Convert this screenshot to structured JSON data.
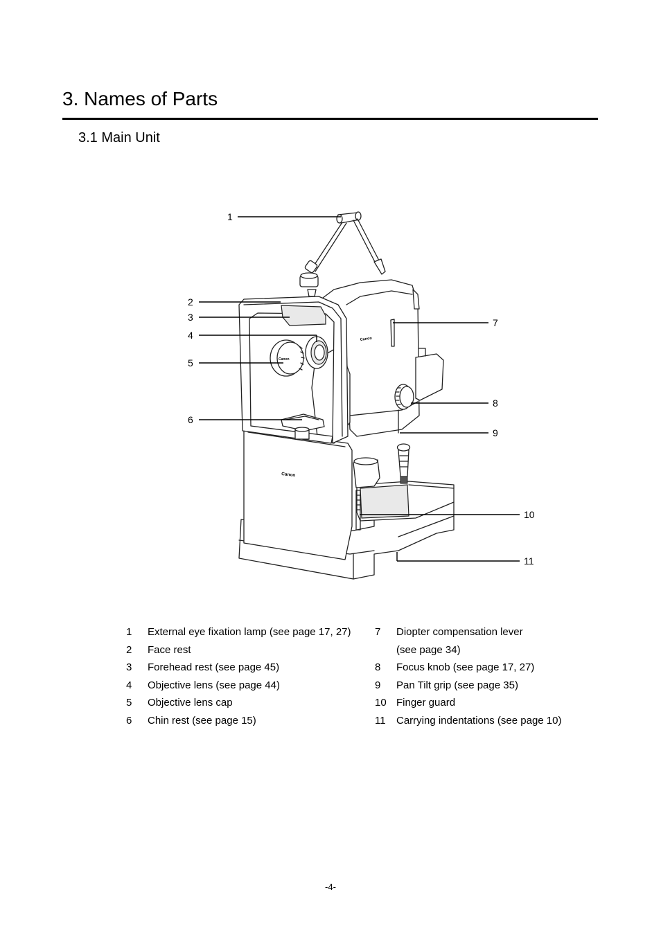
{
  "page": {
    "title": "3. Names of Parts",
    "section_title": "3.1 Main Unit",
    "page_number": "-4-"
  },
  "figure": {
    "brand_text": "Canon",
    "callouts": [
      "1",
      "2",
      "3",
      "4",
      "5",
      "6",
      "7",
      "8",
      "9",
      "10",
      "11"
    ]
  },
  "legend": {
    "left": [
      {
        "num": "1",
        "text": "External eye fixation lamp (see page 17, 27)"
      },
      {
        "num": "2",
        "text": "Face rest"
      },
      {
        "num": "3",
        "text": "Forehead rest (see page 45)"
      },
      {
        "num": "4",
        "text": "Objective lens (see page 44)"
      },
      {
        "num": "5",
        "text": "Objective lens cap"
      },
      {
        "num": "6",
        "text": "Chin rest (see page 15)"
      }
    ],
    "right": [
      {
        "num": "7",
        "text": "Diopter compensation lever (see page 34)"
      },
      {
        "num": "8",
        "text": "Focus knob (see page 17, 27)"
      },
      {
        "num": "9",
        "text": "Pan Tilt grip (see page 35)"
      },
      {
        "num": "10",
        "text": "Finger guard"
      },
      {
        "num": "11",
        "text": "Carrying indentations (see page 10)"
      }
    ]
  }
}
